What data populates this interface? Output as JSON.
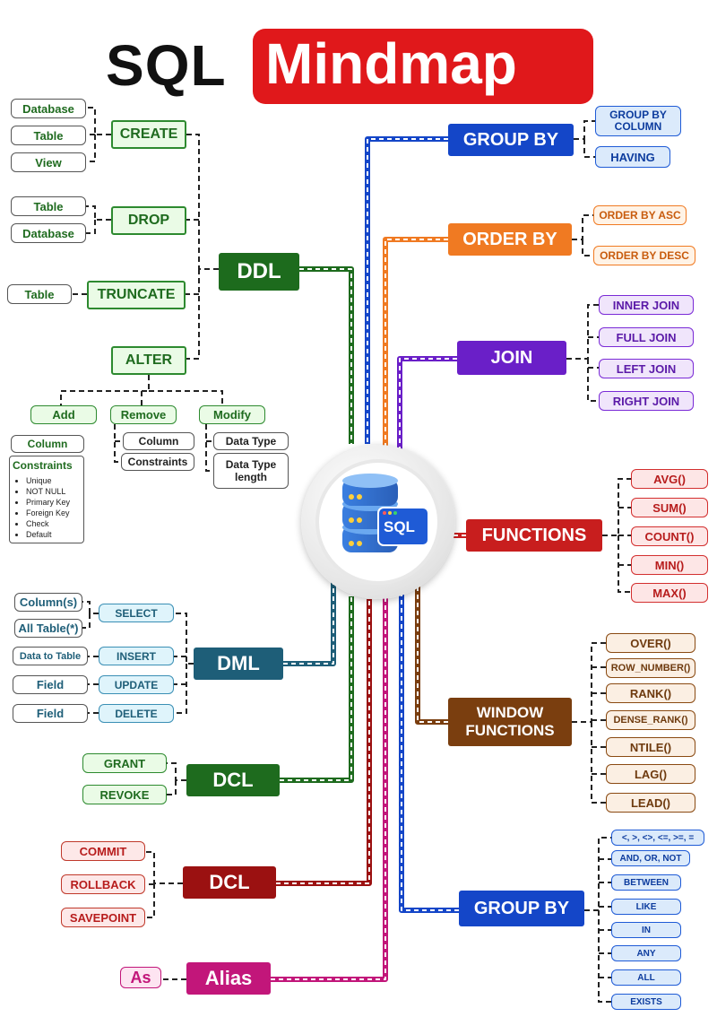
{
  "title": {
    "part1": "SQL",
    "part2": "Mindmap"
  },
  "colors": {
    "ddl": "#1d6b1d",
    "group_by": "#1446c8",
    "order_by": "#f07a22",
    "join": "#6a1fc8",
    "functions": "#c81e1e",
    "window": "#7a3e0f",
    "dml": "#1e5e78",
    "dcl_grant": "#1e6b1e",
    "dcl_commit": "#9b1111",
    "alias": "#c2167a"
  },
  "ddl": {
    "label": "DDL",
    "create": {
      "label": "CREATE",
      "items": [
        "Database",
        "Table",
        "View"
      ]
    },
    "drop": {
      "label": "DROP",
      "items": [
        "Table",
        "Database"
      ]
    },
    "truncate": {
      "label": "TRUNCATE",
      "items": [
        "Table"
      ]
    },
    "alter": {
      "label": "ALTER",
      "add": {
        "label": "Add",
        "items": [
          "Column"
        ],
        "constraints_title": "Constraints",
        "constraints": [
          "Unique",
          "NOT NULL",
          "Primary Key",
          "Foreign Key",
          "Check",
          "Default"
        ]
      },
      "remove": {
        "label": "Remove",
        "items": [
          "Column",
          "Constraints"
        ]
      },
      "modify": {
        "label": "Modify",
        "items": [
          "Data Type",
          "Data Type length"
        ]
      }
    }
  },
  "dml": {
    "label": "DML",
    "rows": [
      {
        "cmd": "SELECT",
        "items": [
          "Column(s)",
          "All Table(*)"
        ]
      },
      {
        "cmd": "INSERT",
        "items": [
          "Data to Table"
        ]
      },
      {
        "cmd": "UPDATE",
        "items": [
          "Field"
        ]
      },
      {
        "cmd": "DELETE",
        "items": [
          "Field"
        ]
      }
    ]
  },
  "dcl1": {
    "label": "DCL",
    "items": [
      "GRANT",
      "REVOKE"
    ]
  },
  "dcl2": {
    "label": "DCL",
    "items": [
      "COMMIT",
      "ROLLBACK",
      "SAVEPOINT"
    ]
  },
  "alias": {
    "label": "Alias",
    "items": [
      "As"
    ]
  },
  "group_by": {
    "label": "GROUP BY",
    "items": [
      "GROUP BY COLUMN",
      "HAVING"
    ]
  },
  "order_by": {
    "label": "ORDER BY",
    "items": [
      "ORDER BY ASC",
      "ORDER BY DESC"
    ]
  },
  "join": {
    "label": "JOIN",
    "items": [
      "INNER JOIN",
      "FULL JOIN",
      "LEFT JOIN",
      "RIGHT JOIN"
    ]
  },
  "functions": {
    "label": "FUNCTIONS",
    "items": [
      "AVG()",
      "SUM()",
      "COUNT()",
      "MIN()",
      "MAX()"
    ]
  },
  "window": {
    "label": "WINDOW FUNCTIONS",
    "items": [
      "OVER()",
      "ROW_NUMBER()",
      "RANK()",
      "DENSE_RANK()",
      "NTILE()",
      "LAG()",
      "LEAD()"
    ]
  },
  "where": {
    "label": "GROUP BY",
    "items": [
      "<, >, <>, <=, >=, =",
      "AND, OR, NOT",
      "BETWEEN",
      "LIKE",
      "IN",
      "ANY",
      "ALL",
      "EXISTS"
    ]
  },
  "center": {
    "icon": "database-sql-icon",
    "badge": "SQL"
  }
}
